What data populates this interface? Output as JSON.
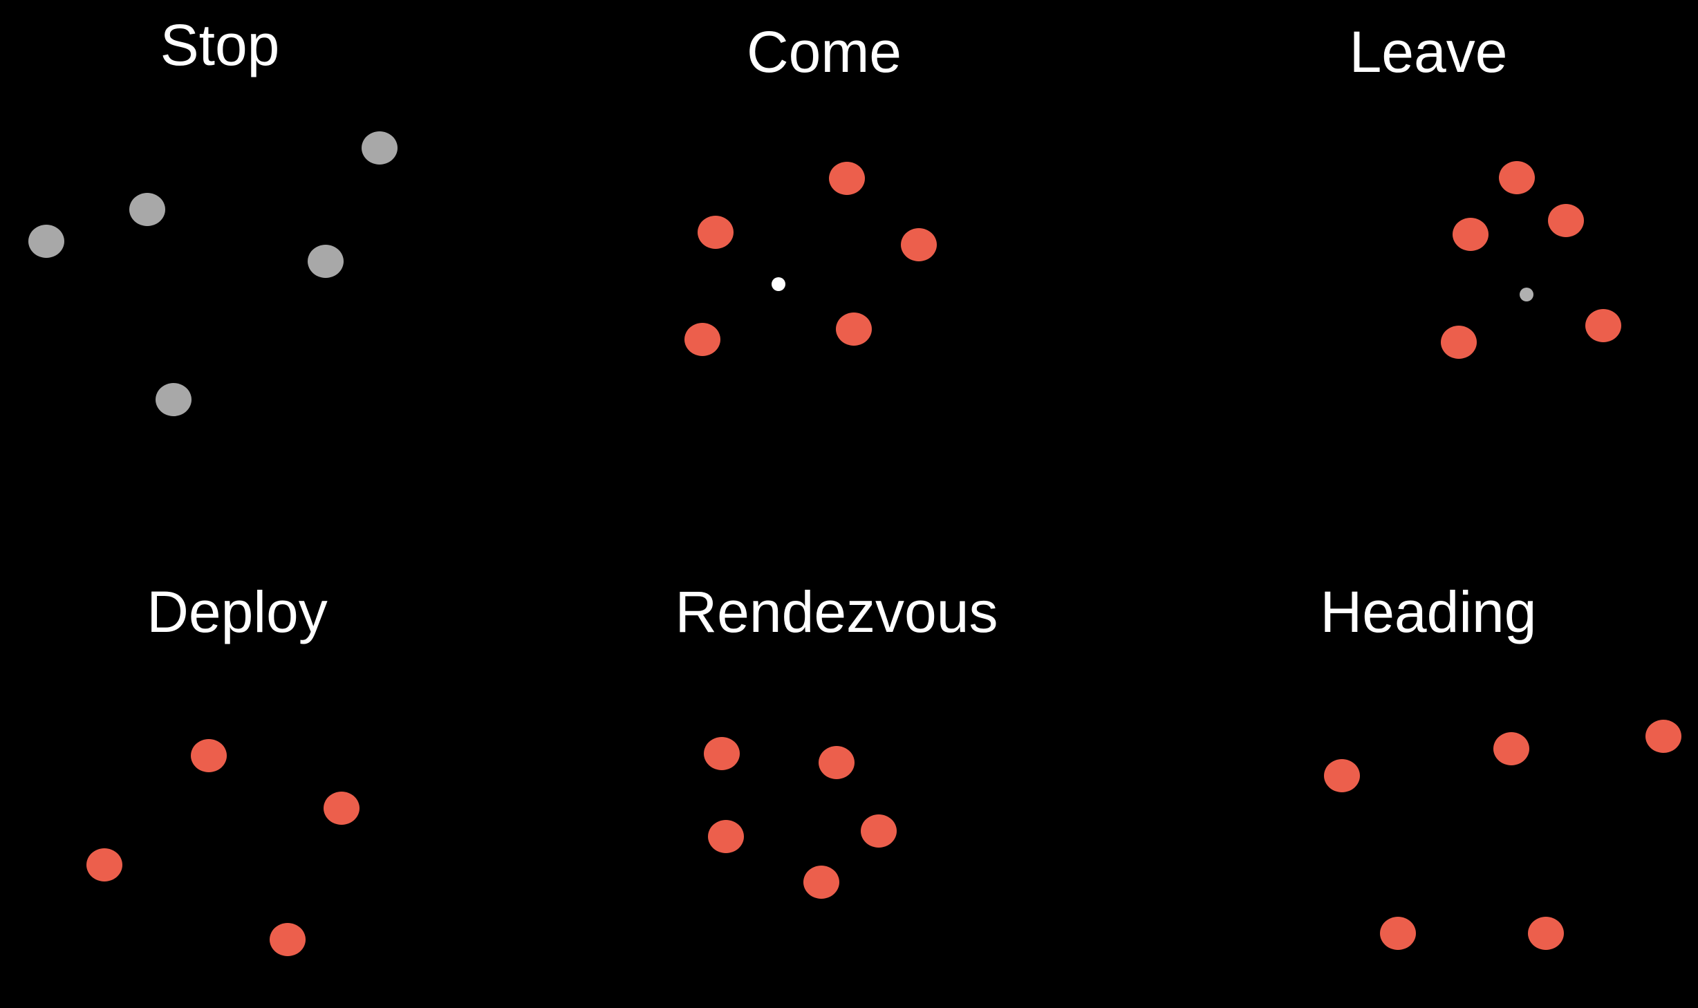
{
  "colors": {
    "background": "#000000",
    "title": "#ffffff",
    "agent_active": "#ec5f4c",
    "agent_inactive": "#a8a8a8",
    "marker_white": "#ffffff",
    "marker_grey": "#b0b0b0"
  },
  "panels": [
    {
      "id": "stop",
      "title": "Stop"
    },
    {
      "id": "come",
      "title": "Come"
    },
    {
      "id": "leave",
      "title": "Leave"
    },
    {
      "id": "deploy",
      "title": "Deploy"
    },
    {
      "id": "rendezvous",
      "title": "Rendezvous"
    },
    {
      "id": "heading",
      "title": "Heading"
    }
  ]
}
